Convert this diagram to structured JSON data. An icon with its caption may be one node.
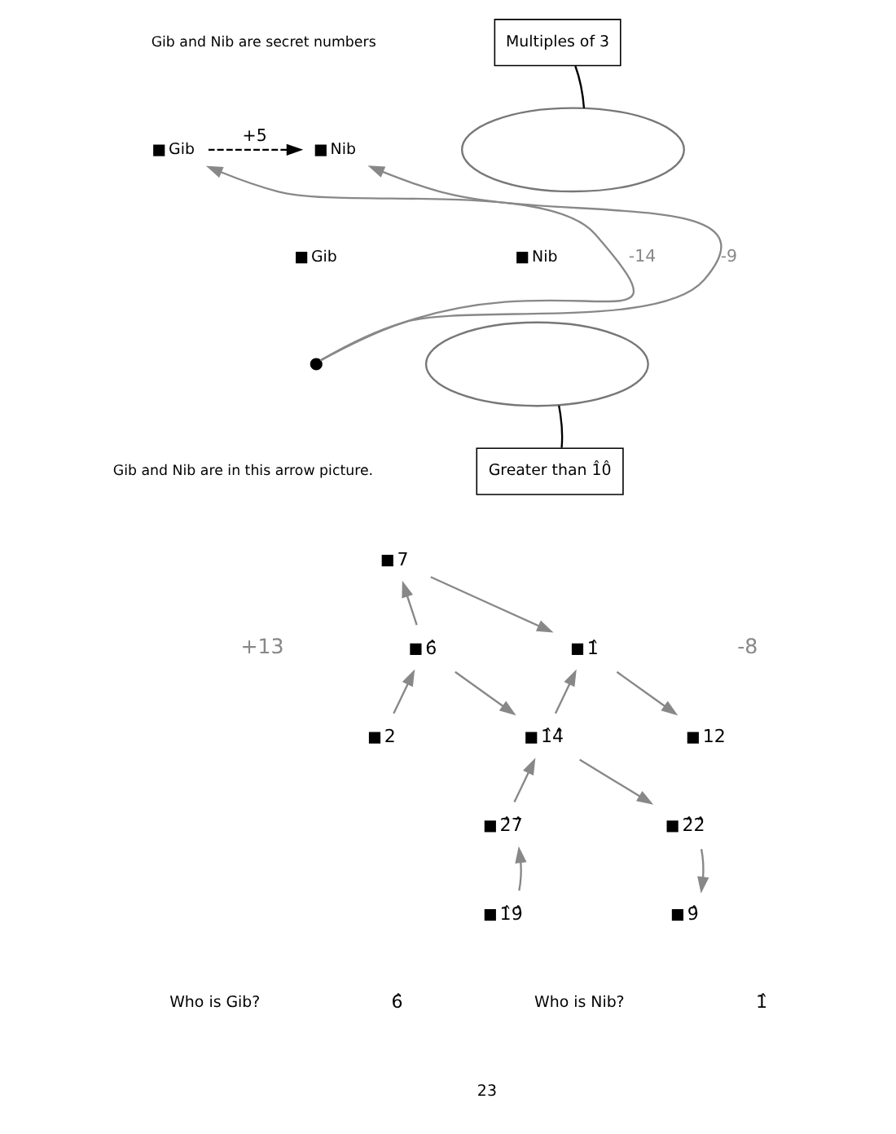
{
  "diagram": {
    "nodes": [
      {
        "text": [
          "Gib"
        ]
      },
      {
        "text": [
          "Nib"
        ]
      },
      {
        "text": [],
        "shape": "circle"
      },
      {
        "text": [
          "Multiples of 3"
        ]
      },
      {
        "text": [],
        "shape": "cloud"
      },
      {
        "text": [],
        "shape": "cloud"
      },
      {
        "text": [
          "Greater than 1̂0̂"
        ]
      },
      {
        "text": [
          "Gib"
        ]
      },
      {
        "text": [
          "Nib"
        ]
      },
      {
        "text": [
          "7"
        ]
      },
      {
        "text": [
          "6̂"
        ]
      },
      {
        "text": [
          "1̂"
        ]
      },
      {
        "text": [
          "2"
        ]
      },
      {
        "text": [
          "12"
        ]
      },
      {
        "text": [
          "1̂4̂"
        ]
      },
      {
        "text": [
          "2̂7̂"
        ]
      },
      {
        "text": [
          "2̂2̂"
        ]
      },
      {
        "text": [
          "1̂9̂"
        ]
      },
      {
        "text": [
          "9̂"
        ]
      }
    ],
    "edges": [
      {
        "from": 0,
        "to": 1,
        "arrow": "to",
        "label": "+5",
        "style": "dashed",
        "color": "#000000"
      },
      {
        "from": 2,
        "to": 0,
        "arrow": "to",
        "label": "-14"
      },
      {
        "from": 2,
        "to": 1,
        "arrow": "to",
        "label": "-9"
      },
      {
        "from": 3,
        "to": 4,
        "arrow": "none",
        "color": "#000000"
      },
      {
        "from": 6,
        "to": 5,
        "arrow": "none",
        "color": "#000000"
      },
      {
        "from": 12,
        "to": 10,
        "arrow": "to"
      },
      {
        "from": 10,
        "to": 9,
        "arrow": "to"
      },
      {
        "from": 10,
        "to": 14,
        "arrow": "to"
      },
      {
        "from": 9,
        "to": 11,
        "arrow": "to"
      },
      {
        "from": 14,
        "to": 11,
        "arrow": "to"
      },
      {
        "from": 11,
        "to": 13,
        "arrow": "to"
      },
      {
        "from": 15,
        "to": 14,
        "arrow": "to"
      },
      {
        "from": 17,
        "to": 15,
        "arrow": "to"
      },
      {
        "from": 14,
        "to": 16,
        "arrow": "to"
      },
      {
        "from": 16,
        "to": 18,
        "arrow": "to"
      }
    ],
    "labels": [
      "Gib and Nib are secret numbers",
      "Gib and Nib are in this arrow picture.",
      "+13",
      "-8",
      "Who is Gib?",
      "6̂",
      "Who is Nib?",
      "1̂",
      "23"
    ]
  }
}
